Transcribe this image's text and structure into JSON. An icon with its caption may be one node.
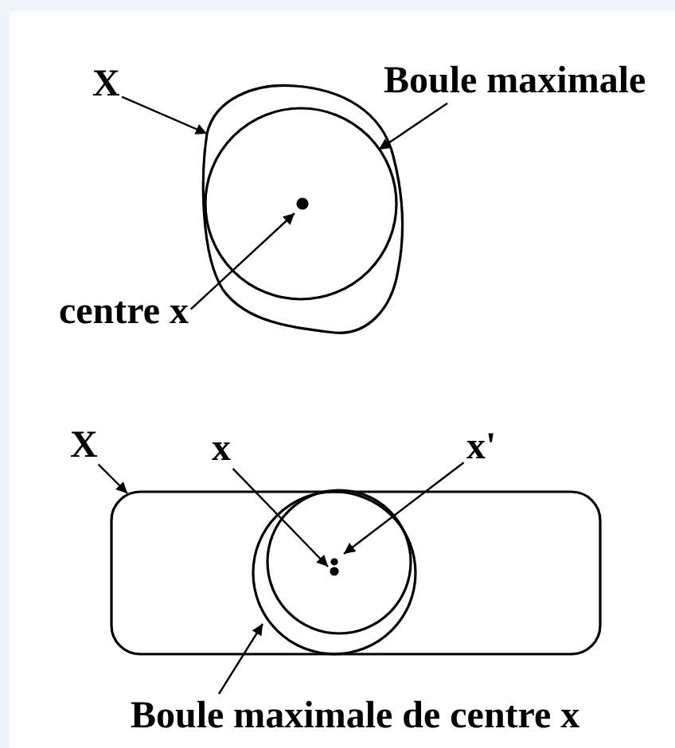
{
  "diagram": {
    "nodes": [
      {
        "text": [
          "X"
        ]
      },
      {
        "text": [
          "Boule maximale"
        ]
      },
      {
        "text": [
          "centre x"
        ]
      },
      {
        "text": [],
        "shape": "blob"
      },
      {
        "text": [],
        "shape": "circle",
        "in": 3
      },
      {
        "text": [],
        "shape": "dot",
        "in": 4
      },
      {
        "text": [
          "X"
        ]
      },
      {
        "text": [
          "x"
        ]
      },
      {
        "text": [
          "x'"
        ]
      },
      {
        "text": [
          "Boule maximale de centre x"
        ]
      },
      {
        "text": [],
        "shape": "box"
      },
      {
        "text": [],
        "shape": "circle",
        "in": 10
      },
      {
        "text": [],
        "shape": "circle",
        "in": 11
      },
      {
        "text": [],
        "shape": "dot",
        "in": 12
      },
      {
        "text": [],
        "shape": "dot",
        "in": 12
      }
    ],
    "edges": [
      {
        "from": 0,
        "to": 3,
        "arrow": "to"
      },
      {
        "from": 1,
        "to": 4,
        "arrow": "to"
      },
      {
        "from": 2,
        "to": 5,
        "arrow": "to"
      },
      {
        "from": 6,
        "to": 10,
        "arrow": "to"
      },
      {
        "from": 7,
        "to": 14,
        "arrow": "to"
      },
      {
        "from": 8,
        "to": 13,
        "arrow": "to"
      },
      {
        "from": 9,
        "to": 11,
        "arrow": "to"
      }
    ]
  }
}
